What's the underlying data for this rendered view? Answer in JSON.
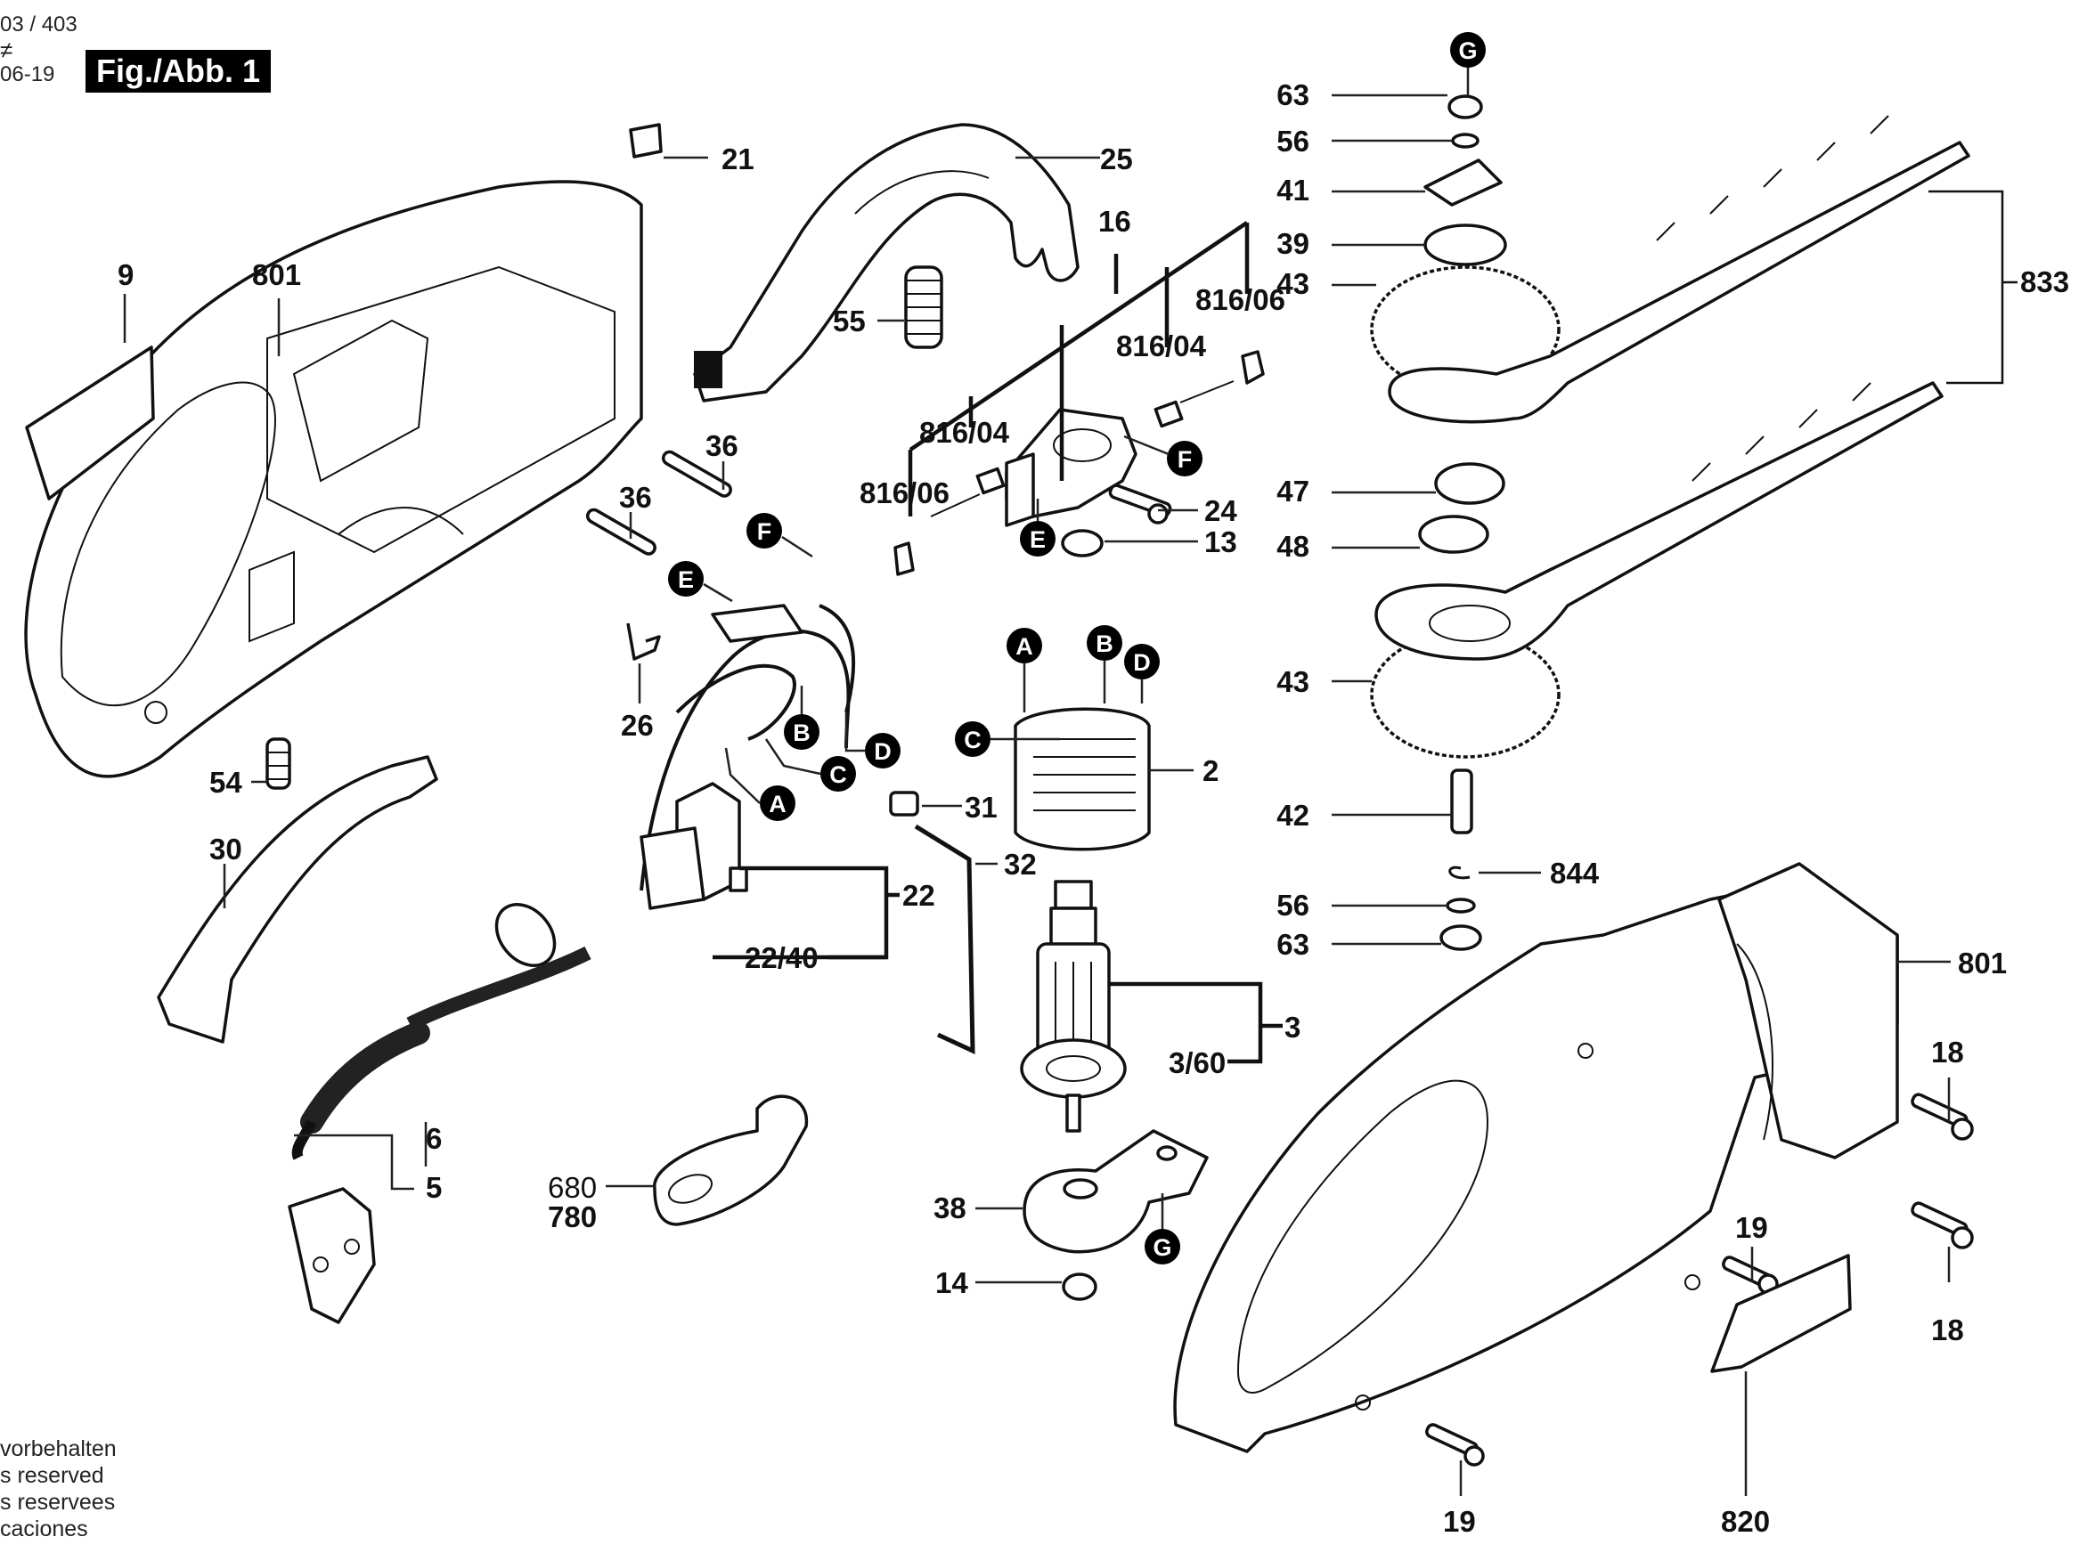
{
  "header": {
    "page_ref": "03 / 403",
    "date_code": "06-19",
    "figure_title": "Fig./Abb. 1"
  },
  "footer": {
    "lines": [
      "vorbehalten",
      "s reserved",
      "s reservees",
      "caciones"
    ]
  },
  "callouts": {
    "p9": "9",
    "p801a": "801",
    "p21": "21",
    "p25": "25",
    "p16": "16",
    "p816_06a": "816/06",
    "p816_04a": "816/04",
    "p816_04b": "816/04",
    "p816_06b": "816/06",
    "p55": "55",
    "p36a": "36",
    "p36b": "36",
    "p24": "24",
    "p13": "13",
    "p26": "26",
    "p54": "54",
    "p30": "30",
    "p31": "31",
    "p32": "32",
    "p22": "22",
    "p22_40": "22/40",
    "p2": "2",
    "p3": "3",
    "p3_60": "3/60",
    "p6": "6",
    "p5": "5",
    "p680": "680",
    "p780": "780",
    "p38": "38",
    "p14": "14",
    "p63a": "63",
    "p56a": "56",
    "p41": "41",
    "p39": "39",
    "p43a": "43",
    "p833": "833",
    "p47": "47",
    "p48": "48",
    "p43b": "43",
    "p42": "42",
    "p844": "844",
    "p56b": "56",
    "p63b": "63",
    "p801b": "801",
    "p18a": "18",
    "p18b": "18",
    "p19a": "19",
    "p19b": "19",
    "p820": "820"
  },
  "connectors": {
    "G_top": "G",
    "F_right": "F",
    "E_right": "E",
    "F_left": "F",
    "E_left": "E",
    "B_wire": "B",
    "C_wire": "C",
    "D_wire": "D",
    "A_wire": "A",
    "A_stator": "A",
    "B_stator": "B",
    "D_stator": "D",
    "C_stator": "C",
    "G_bottom": "G"
  }
}
